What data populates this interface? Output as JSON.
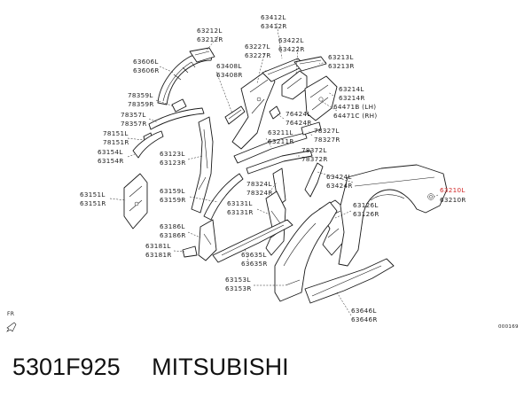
{
  "labels": [
    {
      "id": "63212l",
      "text": "63212L"
    },
    {
      "id": "63212r",
      "text": "63212R"
    },
    {
      "id": "63412l",
      "text": "63412L"
    },
    {
      "id": "63412r",
      "text": "63412R"
    },
    {
      "id": "63227l",
      "text": "63227L"
    },
    {
      "id": "63227r",
      "text": "63227R"
    },
    {
      "id": "63422l",
      "text": "63422L"
    },
    {
      "id": "63422r",
      "text": "63422R"
    },
    {
      "id": "63606l",
      "text": "63606L"
    },
    {
      "id": "63606r",
      "text": "63606R"
    },
    {
      "id": "63408l",
      "text": "63408L"
    },
    {
      "id": "63408r",
      "text": "63408R"
    },
    {
      "id": "63213l",
      "text": "63213L"
    },
    {
      "id": "63213r",
      "text": "63213R"
    },
    {
      "id": "63214l",
      "text": "63214L"
    },
    {
      "id": "63214r",
      "text": "63214R"
    },
    {
      "id": "64471b",
      "text": "64471B (LH)"
    },
    {
      "id": "64471c",
      "text": "64471C (RH)"
    },
    {
      "id": "78359l",
      "text": "78359L"
    },
    {
      "id": "78359r",
      "text": "78359R"
    },
    {
      "id": "78357l",
      "text": "78357L"
    },
    {
      "id": "78357r",
      "text": "78357R"
    },
    {
      "id": "76424l",
      "text": "76424L"
    },
    {
      "id": "76424r",
      "text": "76424R"
    },
    {
      "id": "78151l",
      "text": "78151L"
    },
    {
      "id": "78151r",
      "text": "78151R"
    },
    {
      "id": "63211l",
      "text": "63211L"
    },
    {
      "id": "63211r",
      "text": "63211R"
    },
    {
      "id": "78327l",
      "text": "78327L"
    },
    {
      "id": "78327r",
      "text": "78327R"
    },
    {
      "id": "63154l",
      "text": "63154L"
    },
    {
      "id": "63154r",
      "text": "63154R"
    },
    {
      "id": "63123l",
      "text": "63123L"
    },
    {
      "id": "63123r",
      "text": "63123R"
    },
    {
      "id": "78372l",
      "text": "78372L"
    },
    {
      "id": "78372r",
      "text": "78372R"
    },
    {
      "id": "63424l",
      "text": "63424L"
    },
    {
      "id": "63424r",
      "text": "63424R"
    },
    {
      "id": "63210l",
      "text": "63210L"
    },
    {
      "id": "63210r",
      "text": "63210R"
    },
    {
      "id": "78324l",
      "text": "78324L"
    },
    {
      "id": "78324r",
      "text": "78324R"
    },
    {
      "id": "63151l",
      "text": "63151L"
    },
    {
      "id": "63151r",
      "text": "63151R"
    },
    {
      "id": "63159l",
      "text": "63159L"
    },
    {
      "id": "63159r",
      "text": "63159R"
    },
    {
      "id": "63131l",
      "text": "63131L"
    },
    {
      "id": "63131r",
      "text": "63131R"
    },
    {
      "id": "63126l",
      "text": "63126L"
    },
    {
      "id": "63126r",
      "text": "63126R"
    },
    {
      "id": "63186l",
      "text": "63186L"
    },
    {
      "id": "63186r",
      "text": "63186R"
    },
    {
      "id": "63181l",
      "text": "63181L"
    },
    {
      "id": "63181r",
      "text": "63181R"
    },
    {
      "id": "63635l",
      "text": "63635L"
    },
    {
      "id": "63635r",
      "text": "63635R"
    },
    {
      "id": "63153l",
      "text": "63153L"
    },
    {
      "id": "63153r",
      "text": "63153R"
    },
    {
      "id": "63646l",
      "text": "63646L"
    },
    {
      "id": "63646r",
      "text": "63646R"
    }
  ],
  "front_marker": "FR",
  "drawing_code": "000169",
  "caption": {
    "part_number": "5301F925",
    "brand": "MITSUBISHI"
  },
  "colors": {
    "highlight": "#d12b2b",
    "line": "#1a1a1a"
  }
}
